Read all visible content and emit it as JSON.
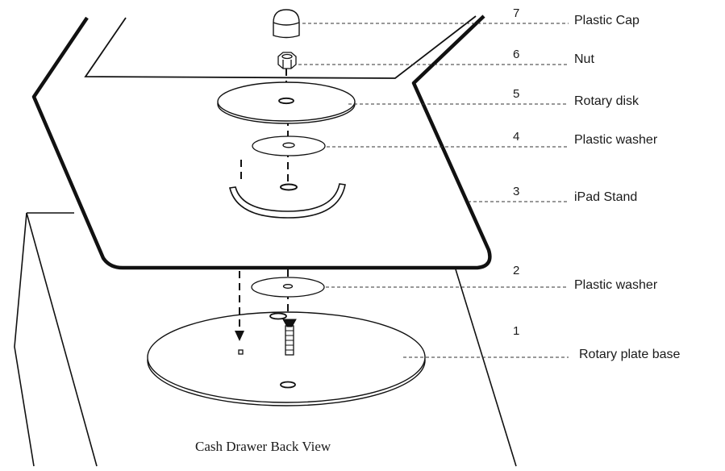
{
  "caption": "Cash Drawer Back View",
  "parts": [
    {
      "number": "7",
      "name": "Plastic Cap"
    },
    {
      "number": "6",
      "name": "Nut"
    },
    {
      "number": "5",
      "name": "Rotary disk"
    },
    {
      "number": "4",
      "name": "Plastic washer"
    },
    {
      "number": "3",
      "name": "iPad Stand"
    },
    {
      "number": "2",
      "name": "Plastic washer"
    },
    {
      "number": "1",
      "name": "Rotary plate base"
    }
  ]
}
